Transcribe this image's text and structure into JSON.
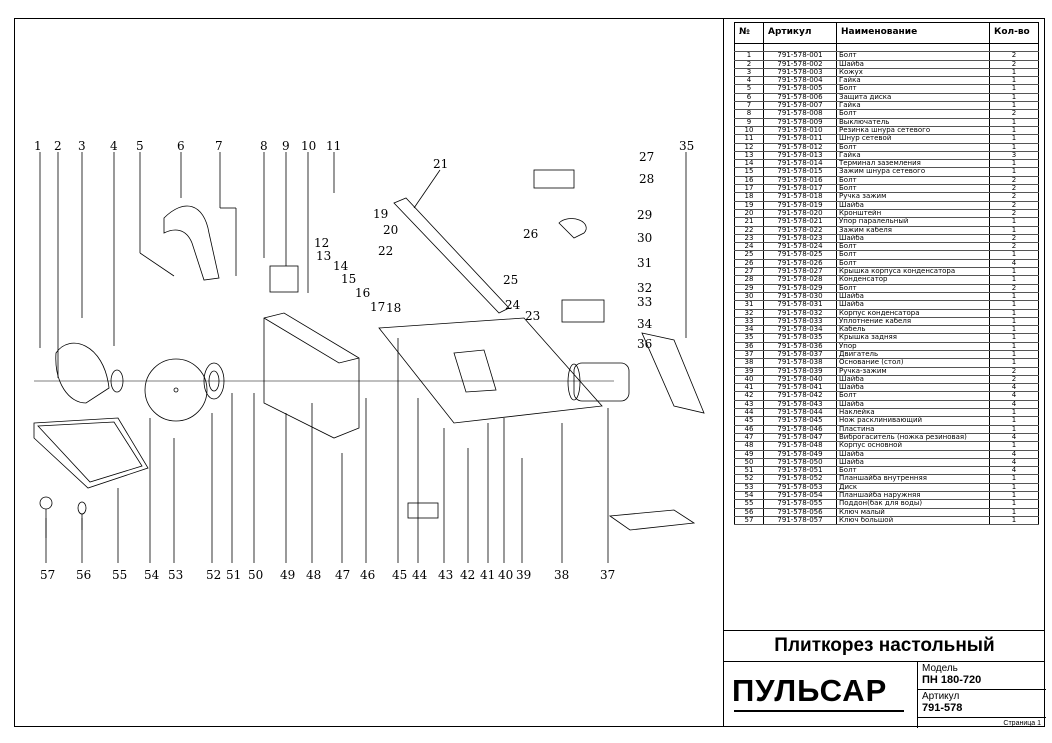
{
  "table": {
    "headers": {
      "no": "№",
      "article": "Артикул",
      "name": "Наименование",
      "qty": "Кол-во"
    },
    "rows": [
      [
        "1",
        "791-578-001",
        "Болт",
        "2"
      ],
      [
        "2",
        "791-578-002",
        "Шайба",
        "2"
      ],
      [
        "3",
        "791-578-003",
        "Кожух",
        "1"
      ],
      [
        "4",
        "791-578-004",
        "Гайка",
        "1"
      ],
      [
        "5",
        "791-578-005",
        "Болт",
        "1"
      ],
      [
        "6",
        "791-578-006",
        "Защита диска",
        "1"
      ],
      [
        "7",
        "791-578-007",
        "Гайка",
        "1"
      ],
      [
        "8",
        "791-578-008",
        "Болт",
        "2"
      ],
      [
        "9",
        "791-578-009",
        "Выключатель",
        "1"
      ],
      [
        "10",
        "791-578-010",
        "Резинка шнура сетевого",
        "1"
      ],
      [
        "11",
        "791-578-011",
        "Шнур сетевой",
        "1"
      ],
      [
        "12",
        "791-578-012",
        "Болт",
        "1"
      ],
      [
        "13",
        "791-578-013",
        "Гайка",
        "3"
      ],
      [
        "14",
        "791-578-014",
        "Терминал заземления",
        "1"
      ],
      [
        "15",
        "791-578-015",
        "Зажим шнура сетевого",
        "1"
      ],
      [
        "16",
        "791-578-016",
        "Болт",
        "2"
      ],
      [
        "17",
        "791-578-017",
        "Болт",
        "2"
      ],
      [
        "18",
        "791-578-018",
        "Ручка зажим",
        "2"
      ],
      [
        "19",
        "791-578-019",
        "Шайба",
        "2"
      ],
      [
        "20",
        "791-578-020",
        "Кронштейн",
        "2"
      ],
      [
        "21",
        "791-578-021",
        "Упор паралельный",
        "1"
      ],
      [
        "22",
        "791-578-022",
        "Зажим кабеля",
        "1"
      ],
      [
        "23",
        "791-578-023",
        "Шайба",
        "2"
      ],
      [
        "24",
        "791-578-024",
        "Болт",
        "2"
      ],
      [
        "25",
        "791-578-025",
        "Болт",
        "1"
      ],
      [
        "26",
        "791-578-026",
        "Болт",
        "4"
      ],
      [
        "27",
        "791-578-027",
        "Крышка корпуса конденсатора",
        "1"
      ],
      [
        "28",
        "791-578-028",
        "Конденсатор",
        "1"
      ],
      [
        "29",
        "791-578-029",
        "Болт",
        "2"
      ],
      [
        "30",
        "791-578-030",
        "Шайба",
        "1"
      ],
      [
        "31",
        "791-578-031",
        "Шайба",
        "1"
      ],
      [
        "32",
        "791-578-032",
        "Корпус конденсатора",
        "1"
      ],
      [
        "33",
        "791-578-033",
        "Уплотнение кабеля",
        "1"
      ],
      [
        "34",
        "791-578-034",
        "Кабель",
        "1"
      ],
      [
        "35",
        "791-578-035",
        "Крышка задняя",
        "1"
      ],
      [
        "36",
        "791-578-036",
        "Упор",
        "1"
      ],
      [
        "37",
        "791-578-037",
        "Двигатель",
        "1"
      ],
      [
        "38",
        "791-578-038",
        "Основание (стол)",
        "1"
      ],
      [
        "39",
        "791-578-039",
        "Ручка-зажим",
        "2"
      ],
      [
        "40",
        "791-578-040",
        "Шайба",
        "2"
      ],
      [
        "41",
        "791-578-041",
        "Шайба",
        "4"
      ],
      [
        "42",
        "791-578-042",
        "Болт",
        "4"
      ],
      [
        "43",
        "791-578-043",
        "Шайба",
        "4"
      ],
      [
        "44",
        "791-578-044",
        "Наклейка",
        "1"
      ],
      [
        "45",
        "791-578-045",
        "Нож расклинивающий",
        "1"
      ],
      [
        "46",
        "791-578-046",
        "Пластина",
        "1"
      ],
      [
        "47",
        "791-578-047",
        "Виброгаситель (ножка резиновая)",
        "4"
      ],
      [
        "48",
        "791-578-048",
        "Корпус основной",
        "1"
      ],
      [
        "49",
        "791-578-049",
        "Шайба",
        "4"
      ],
      [
        "50",
        "791-578-050",
        "Шайба",
        "4"
      ],
      [
        "51",
        "791-578-051",
        "Болт",
        "4"
      ],
      [
        "52",
        "791-578-052",
        "Планшайба внутренняя",
        "1"
      ],
      [
        "53",
        "791-578-053",
        "Диск",
        "1"
      ],
      [
        "54",
        "791-578-054",
        "Планшайба наружняя",
        "1"
      ],
      [
        "55",
        "791-578-055",
        "Поддон(бак для воды)",
        "1"
      ],
      [
        "56",
        "791-578-056",
        "Ключ малый",
        "1"
      ],
      [
        "57",
        "791-578-057",
        "Ключ большой",
        "1"
      ]
    ]
  },
  "title": "Плиткорез настольный",
  "brand": "ПУЛЬСАР",
  "model_label": "Модель",
  "model_value": "ПН 180-720",
  "article_label": "Артикул",
  "article_value": "791-578",
  "page_label": "Страница 1",
  "callouts_top": [
    "1",
    "2",
    "3",
    "4",
    "5",
    "6",
    "7",
    "8",
    "9",
    "10",
    "11",
    "21",
    "35"
  ],
  "callouts_upper": [
    "12",
    "13",
    "14",
    "15",
    "16",
    "17",
    "18",
    "19",
    "20",
    "22",
    "23",
    "24",
    "25",
    "26",
    "27",
    "28",
    "29",
    "30",
    "31",
    "32",
    "33",
    "34",
    "36"
  ],
  "callouts_bottom": [
    "57",
    "56",
    "55",
    "54",
    "53",
    "52",
    "51",
    "50",
    "49",
    "48",
    "47",
    "46",
    "45",
    "44",
    "43",
    "42",
    "41",
    "40",
    "39",
    "38",
    "37"
  ]
}
